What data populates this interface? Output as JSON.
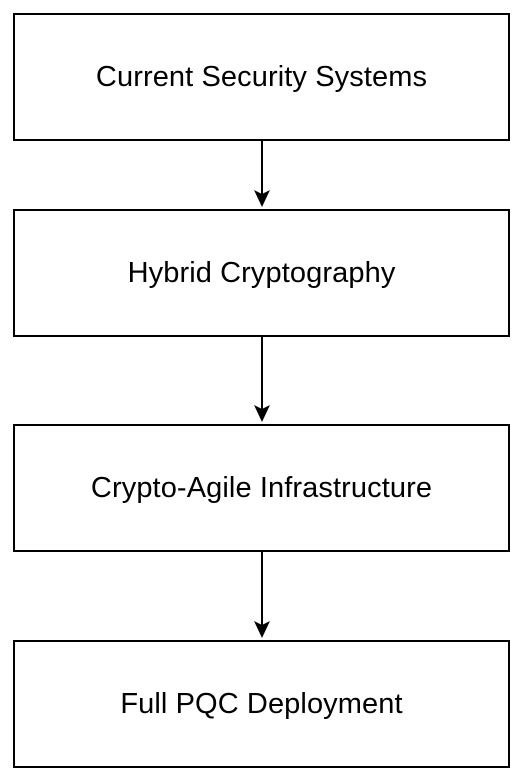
{
  "steps": [
    {
      "label": "Current Security Systems"
    },
    {
      "label": "Hybrid Cryptography"
    },
    {
      "label": "Crypto-Agile Infrastructure"
    },
    {
      "label": "Full PQC Deployment"
    }
  ],
  "colors": {
    "stroke": "#000000",
    "background": "#ffffff"
  }
}
